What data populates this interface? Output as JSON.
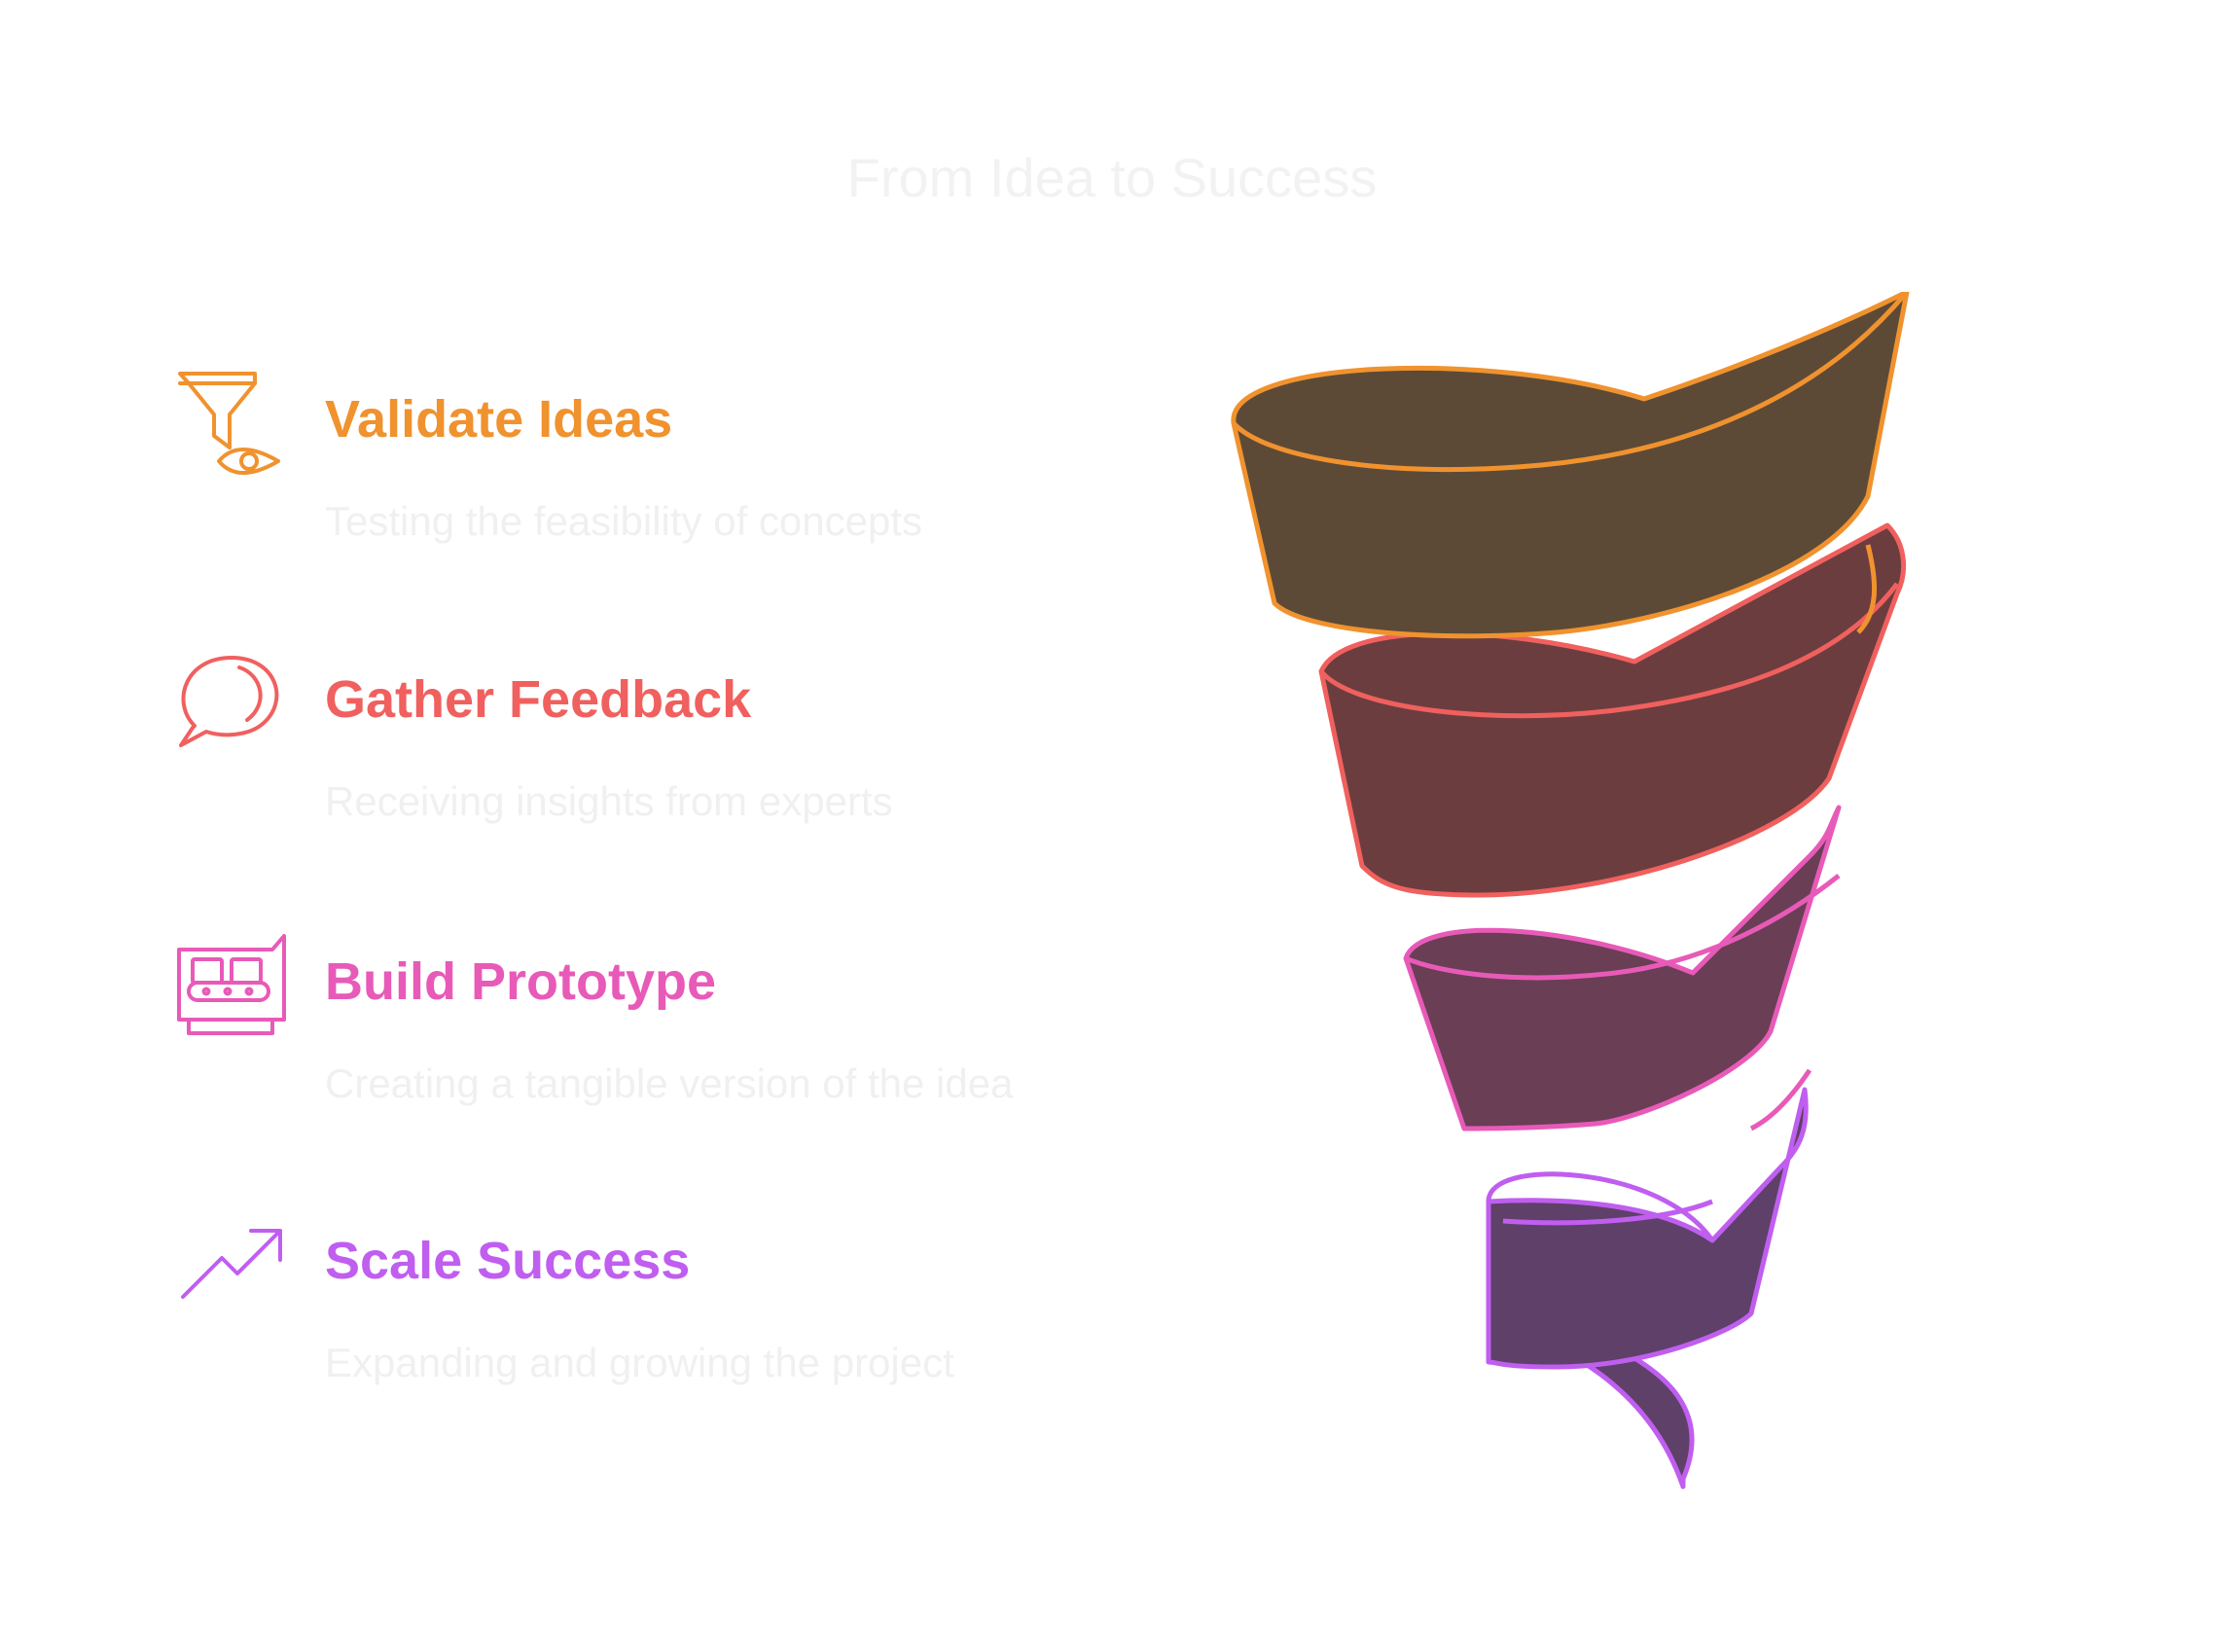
{
  "title": "From Idea to Success",
  "steps": [
    {
      "label": "Validate Ideas",
      "description": "Testing the feasibility of concepts",
      "color": "#f0922e",
      "icon": "funnel-eye-icon"
    },
    {
      "label": "Gather Feedback",
      "description": "Receiving insights from experts",
      "color": "#f0605e",
      "icon": "speech-bubble-icon"
    },
    {
      "label": "Build Prototype",
      "description": "Creating a tangible version of the idea",
      "color": "#e85ab8",
      "icon": "prototype-conveyor-icon"
    },
    {
      "label": "Scale Success",
      "description": "Expanding and growing the project",
      "color": "#c05ef0",
      "icon": "trend-up-icon"
    }
  ],
  "funnel_fills": [
    "#5c4a37",
    "#6b3d3f",
    "#6a3e55",
    "#5e4069"
  ]
}
